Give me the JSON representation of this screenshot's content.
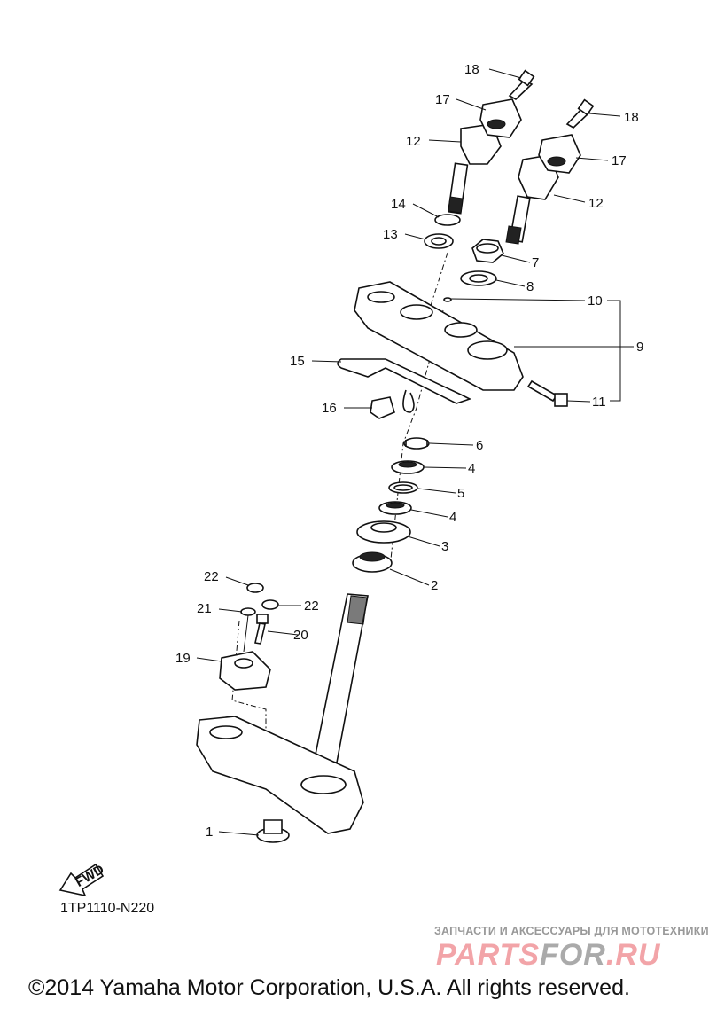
{
  "diagram": {
    "callouts": {
      "c18a": "18",
      "c17a": "17",
      "c12a": "12",
      "c18b": "18",
      "c17b": "17",
      "c12b": "12",
      "c14": "14",
      "c13": "13",
      "c7": "7",
      "c8": "8",
      "c10": "10",
      "c9": "9",
      "c11": "11",
      "c15": "15",
      "c16": "16",
      "c6": "6",
      "c4a": "4",
      "c5": "5",
      "c4b": "4",
      "c3": "3",
      "c2": "2",
      "c22a": "22",
      "c22b": "22",
      "c21": "21",
      "c20": "20",
      "c19": "19",
      "c1": "1"
    },
    "fwd_label": "FWD",
    "diagram_code": "1TP1110-N220"
  },
  "watermark": {
    "tagline": "ЗАПЧАСТИ И АКСЕССУАРЫ ДЛЯ МОТОТЕХНИКИ",
    "brand_part1": "PARTS",
    "brand_part2": "FOR",
    "brand_part3": ".RU"
  },
  "footer": {
    "copyright": "©2014 Yamaha Motor Corporation, U.S.A. All rights reserved."
  }
}
